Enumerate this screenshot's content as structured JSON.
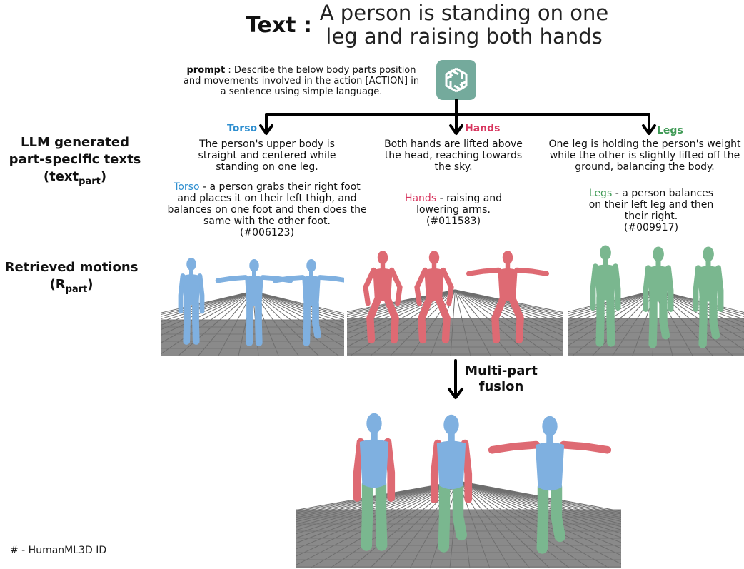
{
  "header": {
    "label": "Text :",
    "text_line1": "A person is standing on one",
    "text_line2": "leg and raising both hands"
  },
  "prompt": {
    "keyword": "prompt",
    "line1_rest": " : Describe the below body parts position",
    "line2": "and movements involved in the action [ACTION] in",
    "line3": "a sentence using simple language."
  },
  "side_labels": {
    "llm_line1": "LLM generated",
    "llm_line2": "part-specific texts",
    "llm_line3_main": "(text",
    "llm_line3_sub": "part",
    "llm_line3_close": ")",
    "retr_line1": "Retrieved motions",
    "retr_line2_main": "(R",
    "retr_line2_sub": "part",
    "retr_line2_close": ")"
  },
  "parts": {
    "torso": {
      "tag": "Torso",
      "llm_l1": "The person's upper body is",
      "llm_l2": "straight and centered while",
      "llm_l3": "standing on one leg.",
      "ret_kw": "Torso",
      "ret_l1": " - a person grabs their right foot",
      "ret_l2": "and places it on their left thigh, and",
      "ret_l3": "balances on one foot and then does the",
      "ret_l4": "same with the other foot.",
      "ret_id": "(#006123)"
    },
    "hands": {
      "tag": "Hands",
      "llm_l1": "Both hands are lifted above",
      "llm_l2": "the head, reaching towards",
      "llm_l3": "the sky.",
      "ret_kw": "Hands",
      "ret_l1": " - raising and",
      "ret_l2": "lowering arms.",
      "ret_id": "(#011583)"
    },
    "legs": {
      "tag": "Legs",
      "llm_l1": "One leg is holding the person's weight",
      "llm_l2": "while the other is slightly lifted off the",
      "llm_l3": "ground, balancing the body.",
      "ret_kw": "Legs",
      "ret_l1": " - a person balances",
      "ret_l2": "on their left leg and then",
      "ret_l3": "their right.",
      "ret_id": "(#009917)"
    }
  },
  "fusion": {
    "line1": "Multi-part",
    "line2": "fusion"
  },
  "footnote": "# - HumanML3D ID",
  "colors": {
    "torso": "#7fb0e0",
    "hands": "#de6a73",
    "legs": "#7ab78f",
    "floor": "#8a8a8a",
    "logo": "#74aa9c"
  }
}
